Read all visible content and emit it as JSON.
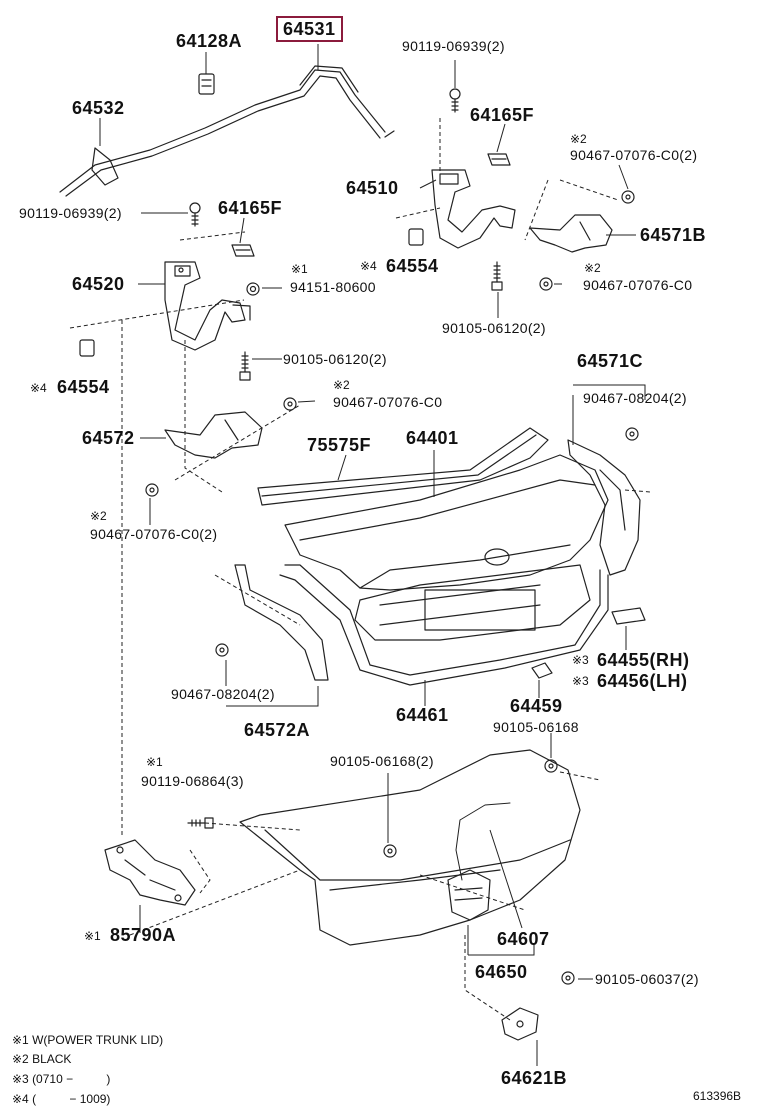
{
  "diagram": {
    "highlight_color": "#8b1b3c",
    "line_color": "#222222",
    "parts": {
      "p64531": "64531",
      "p64128A": "64128A",
      "p64532": "64532",
      "p90119_06939_top": "90119-06939(2)",
      "p64165F_right": "64165F",
      "x2_a": "※2",
      "p90467_07076_C0_2_a": "90467-07076-C0(2)",
      "p64510": "64510",
      "p90119_06939_left": "90119-06939(2)",
      "p64165F_left": "64165F",
      "p64571B": "64571B",
      "x4_a": "※4",
      "p64554_a": "64554",
      "x2_b": "※2",
      "p90467_07076_C0_b": "90467-07076-C0",
      "p64520": "64520",
      "x1_a": "※1",
      "p94151_80600": "94151-80600",
      "p90105_06120_right": "90105-06120(2)",
      "p90105_06120_left": "90105-06120(2)",
      "x4_b": "※4",
      "p64554_b": "64554",
      "x2_c": "※2",
      "p90467_07076_C0_c": "90467-07076-C0",
      "p64571C": "64571C",
      "p90467_08204_right": "90467-08204(2)",
      "p64572": "64572",
      "p75575F": "75575F",
      "p64401": "64401",
      "x2_d": "※2",
      "p90467_07076_C0_2_d": "90467-07076-C0(2)",
      "x3_a": "※3",
      "p64455": "64455(RH)",
      "x3_b": "※3",
      "p64456": "64456(LH)",
      "p90467_08204_left": "90467-08204(2)",
      "p64459": "64459",
      "p64572A": "64572A",
      "p64461": "64461",
      "p90105_06168_right": "90105-06168",
      "x1_b": "※1",
      "p90119_06864": "90119-06864(3)",
      "p90105_06168_left": "90105-06168(2)",
      "x1_c": "※1",
      "p85790A": "85790A",
      "p64607": "64607",
      "p64650": "64650",
      "p90105_06037": "90105-06037(2)",
      "p64621B": "64621B"
    },
    "footnotes": {
      "n1": "※1 W(POWER TRUNK LID)",
      "n2": "※2 BLACK",
      "n3": "※3 (0710 −          )",
      "n4": "※4 (          − 1009)"
    },
    "figure_code": "613396B"
  }
}
